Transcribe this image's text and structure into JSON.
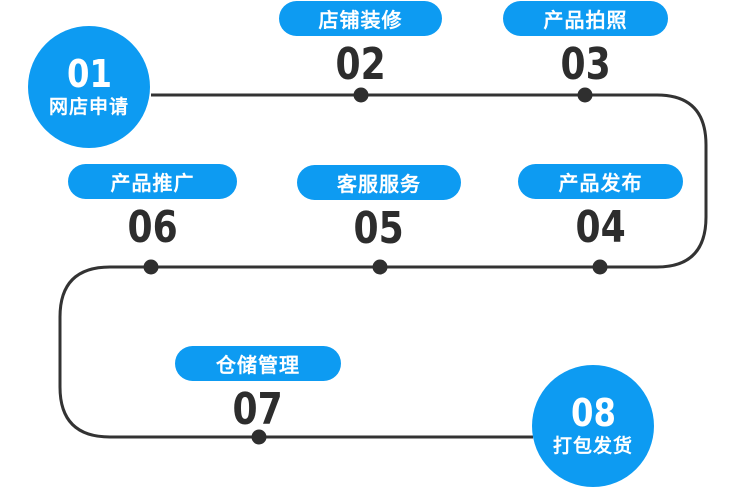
{
  "diagram": {
    "type": "process-flow",
    "colors": {
      "accent_blue": "#0d9bf2",
      "line_dark": "#333333",
      "number_dark": "#2d2d2d",
      "text_on_accent": "#ffffff"
    },
    "steps": [
      {
        "number": "01",
        "label": "网店申请",
        "shape": "circle"
      },
      {
        "number": "02",
        "label": "店铺装修",
        "shape": "pill"
      },
      {
        "number": "03",
        "label": "产品拍照",
        "shape": "pill"
      },
      {
        "number": "04",
        "label": "产品发布",
        "shape": "pill"
      },
      {
        "number": "05",
        "label": "客服服务",
        "shape": "pill"
      },
      {
        "number": "06",
        "label": "产品推广",
        "shape": "pill"
      },
      {
        "number": "07",
        "label": "仓储管理",
        "shape": "pill"
      },
      {
        "number": "08",
        "label": "打包发货",
        "shape": "circle"
      }
    ]
  }
}
